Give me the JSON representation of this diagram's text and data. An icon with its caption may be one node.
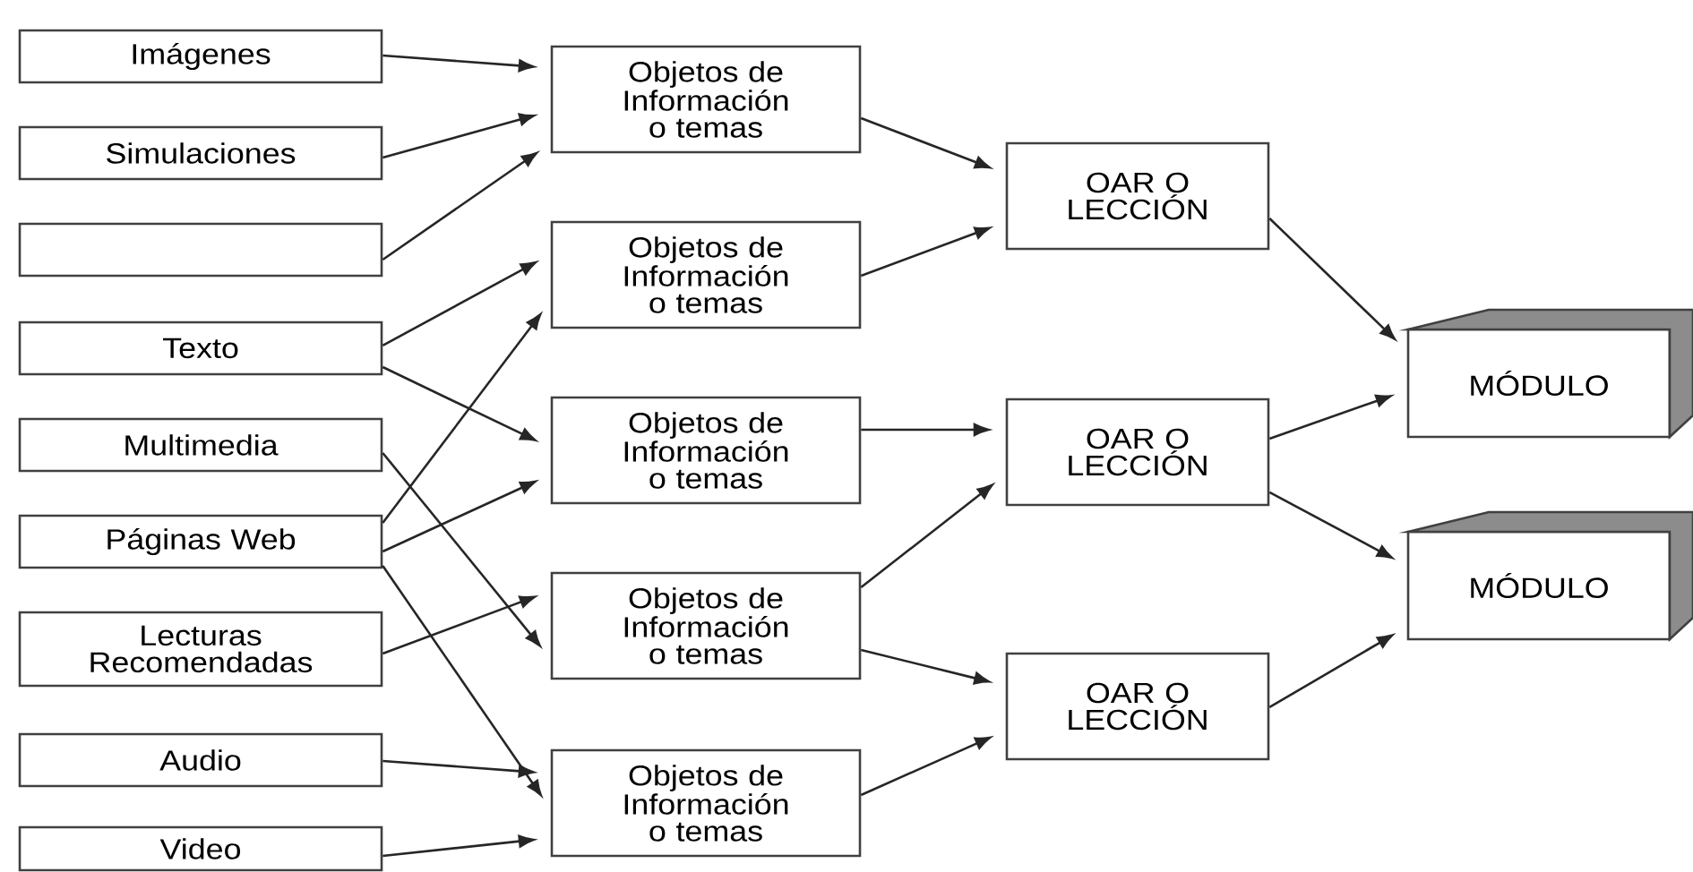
{
  "diagram": {
    "nodes": [
      {
        "text": [
          "Imágenes"
        ]
      },
      {
        "text": [
          "Simulaciones"
        ]
      },
      {
        "text": [],
        "shape": "box"
      },
      {
        "text": [
          "Texto"
        ]
      },
      {
        "text": [
          "Multimedia"
        ]
      },
      {
        "text": [
          "Páginas Web"
        ]
      },
      {
        "text": [
          "Lecturas Recomendadas"
        ]
      },
      {
        "text": [
          "Audio"
        ]
      },
      {
        "text": [
          "Video"
        ]
      },
      {
        "text": [
          "Objetos de Información o temas"
        ]
      },
      {
        "text": [
          "Objetos de Información o temas"
        ]
      },
      {
        "text": [
          "Objetos de Información o temas"
        ]
      },
      {
        "text": [
          "Objetos de Información o temas"
        ]
      },
      {
        "text": [
          "Objetos de Información o temas"
        ]
      },
      {
        "text": [
          "OAR O LECCIÓN"
        ]
      },
      {
        "text": [
          "OAR O LECCIÓN"
        ]
      },
      {
        "text": [
          "OAR O LECCIÓN"
        ]
      },
      {
        "text": [
          "MÓDULO"
        ]
      },
      {
        "text": [
          "MÓDULO"
        ]
      }
    ],
    "edges": [
      {
        "from": 0,
        "to": 9,
        "arrow": "to"
      },
      {
        "from": 1,
        "to": 9,
        "arrow": "to"
      },
      {
        "from": 2,
        "to": 9,
        "arrow": "to"
      },
      {
        "from": 3,
        "to": 10,
        "arrow": "to"
      },
      {
        "from": 3,
        "to": 11,
        "arrow": "to"
      },
      {
        "from": 5,
        "to": 10,
        "arrow": "to"
      },
      {
        "from": 5,
        "to": 11,
        "arrow": "to"
      },
      {
        "from": 4,
        "to": 12,
        "arrow": "to"
      },
      {
        "from": 6,
        "to": 12,
        "arrow": "to"
      },
      {
        "from": 5,
        "to": 13,
        "arrow": "to"
      },
      {
        "from": 7,
        "to": 13,
        "arrow": "to"
      },
      {
        "from": 8,
        "to": 13,
        "arrow": "to"
      },
      {
        "from": 9,
        "to": 14,
        "arrow": "to"
      },
      {
        "from": 10,
        "to": 14,
        "arrow": "to"
      },
      {
        "from": 11,
        "to": 15,
        "arrow": "to"
      },
      {
        "from": 12,
        "to": 15,
        "arrow": "to"
      },
      {
        "from": 12,
        "to": 16,
        "arrow": "to"
      },
      {
        "from": 13,
        "to": 16,
        "arrow": "to"
      },
      {
        "from": 14,
        "to": 17,
        "arrow": "to"
      },
      {
        "from": 15,
        "to": 17,
        "arrow": "to"
      },
      {
        "from": 15,
        "to": 18,
        "arrow": "to"
      },
      {
        "from": 16,
        "to": 18,
        "arrow": "to"
      }
    ]
  }
}
